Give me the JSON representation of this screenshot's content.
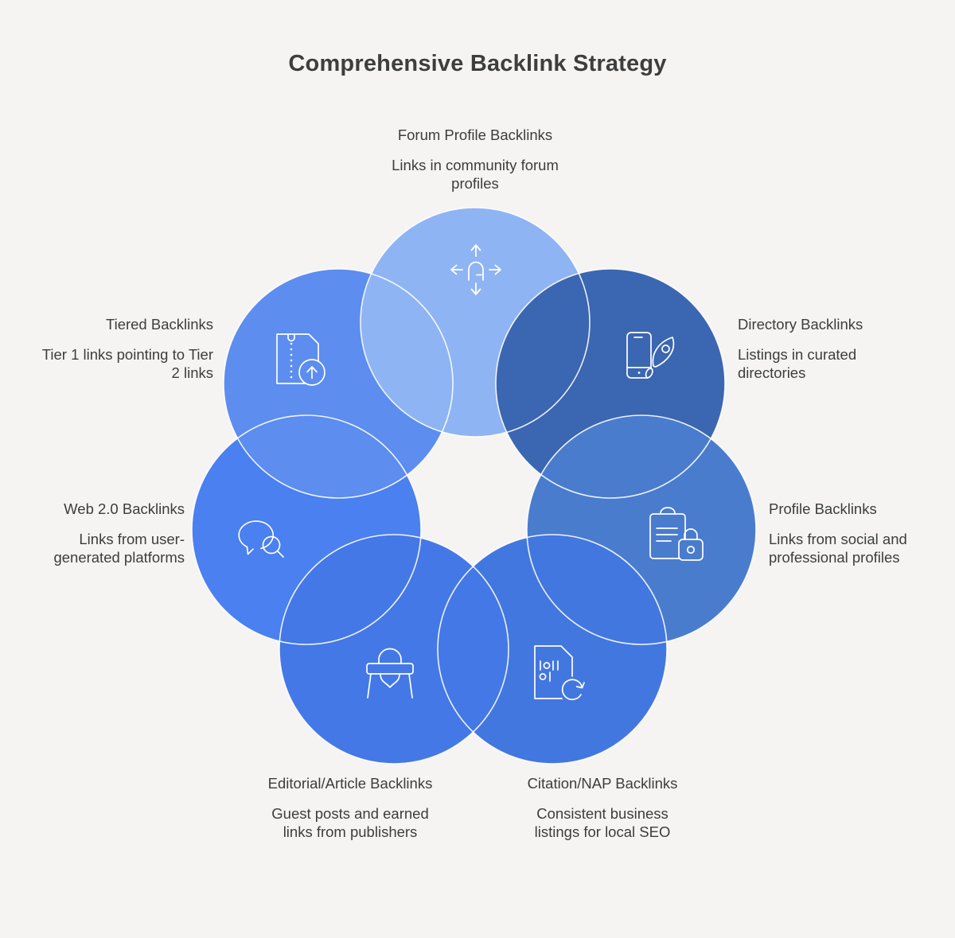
{
  "title": "Comprehensive Backlink Strategy",
  "background_color": "#f5f4f2",
  "outline_color": "#ffffff",
  "text_color": "#3d3d3d",
  "segments": {
    "forum": {
      "label": "Forum Profile Backlinks",
      "description": "Links in community forum\nprofiles",
      "color": "#8fb4f4",
      "icon": "move-arrows-icon"
    },
    "directory": {
      "label": "Directory Backlinks",
      "description": "Listings in curated\ndirectories",
      "color": "#3b66b1",
      "icon": "phone-rocket-icon"
    },
    "profile": {
      "label": "Profile Backlinks",
      "description": "Links from social and\nprofessional profiles",
      "color": "#4a7cce",
      "icon": "clipboard-lock-icon"
    },
    "citation": {
      "label": "Citation/NAP Backlinks",
      "description": "Consistent business\nlistings for local SEO",
      "color": "#4377e0",
      "icon": "binary-doc-refresh-icon"
    },
    "editorial": {
      "label": "Editorial/Article Backlinks",
      "description": "Guest posts and earned\nlinks from publishers",
      "color": "#4478e6",
      "icon": "desk-chair-icon"
    },
    "web20": {
      "label": "Web 2.0 Backlinks",
      "description": "Links from user-\ngenerated platforms",
      "color": "#4a80ef",
      "icon": "chat-search-icon"
    },
    "tiered": {
      "label": "Tiered Backlinks",
      "description": "Tier 1 links pointing to Tier\n2 links",
      "color": "#5c8def",
      "icon": "zip-upload-icon"
    }
  }
}
